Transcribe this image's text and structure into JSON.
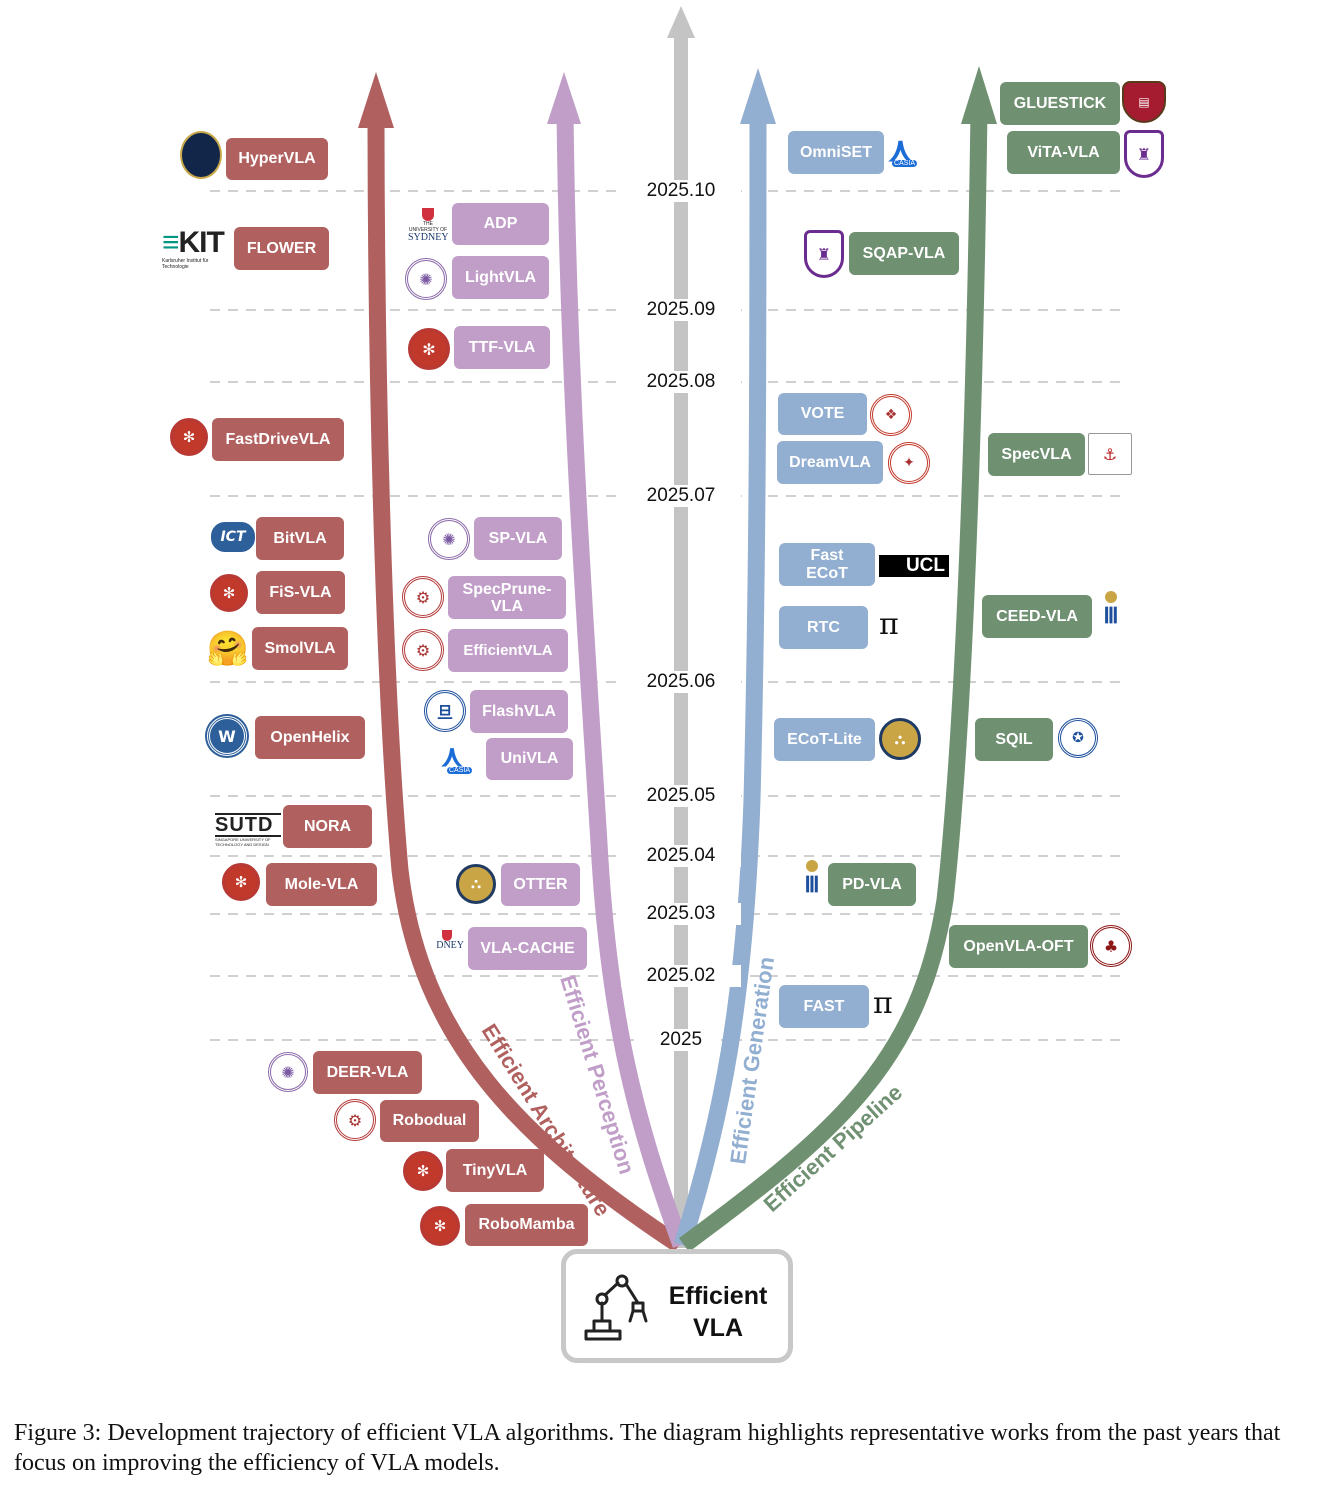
{
  "center": {
    "title": "Efficient VLA"
  },
  "branches": [
    {
      "key": "arch",
      "label": "Efficient Architecture",
      "color": "#b0615f"
    },
    {
      "key": "perc",
      "label": "Efficient Perception",
      "color": "#c09ec8"
    },
    {
      "key": "gen",
      "label": "Efficient Generation",
      "color": "#92aed0"
    },
    {
      "key": "pipe",
      "label": "Efficient Pipeline",
      "color": "#6f9071"
    }
  ],
  "axis_color": "#c4c4c4",
  "dates": [
    "2025.10",
    "2025.09",
    "2025.08",
    "2025.07",
    "2025.06",
    "2025.05",
    "2025.04",
    "2025.03",
    "2025.02",
    "2025"
  ],
  "models": {
    "arch": [
      "HyperVLA",
      "FLOWER",
      "FastDriveVLA",
      "BitVLA",
      "FiS-VLA",
      "SmolVLA",
      "OpenHelix",
      "NORA",
      "Mole-VLA",
      "DEER-VLA",
      "Robodual",
      "TinyVLA",
      "RoboMamba"
    ],
    "perc": [
      "ADP",
      "LightVLA",
      "TTF-VLA",
      "SP-VLA",
      "SpecPrune-VLA",
      "EfficientVLA",
      "FlashVLA",
      "UniVLA",
      "OTTER",
      "VLA-CACHE"
    ],
    "gen": [
      "OmniSET",
      "VOTE",
      "DreamVLA",
      "Fast ECoT",
      "RTC",
      "ECoT-Lite",
      "FAST"
    ],
    "pipe": [
      "GLUESTICK",
      "ViTA-VLA",
      "SQAP-VLA",
      "SpecVLA",
      "CEED-VLA",
      "SQIL",
      "PD-VLA",
      "OpenVLA-OFT"
    ]
  },
  "logos": {
    "kit": {
      "mark": "KIT",
      "sub": "Karlsruher Institut für Technologie"
    },
    "sydney_1": {
      "top": "THE UNIVERSITY OF",
      "name": "SYDNEY"
    },
    "sydney_2": {
      "name": "DNEY"
    },
    "ict": "ICT",
    "casia": "CASIA",
    "ucl": "UCL",
    "pi": "π",
    "sutd": {
      "mark": "SUTD",
      "sub": "SINGAPORE UNIVERSITY OF TECHNOLOGY AND DESIGN"
    },
    "hugging_face": "🤗"
  },
  "caption": "Figure 3: Development trajectory of efficient VLA algorithms. The diagram highlights representative works from the past years that focus on improving the efficiency of VLA models."
}
